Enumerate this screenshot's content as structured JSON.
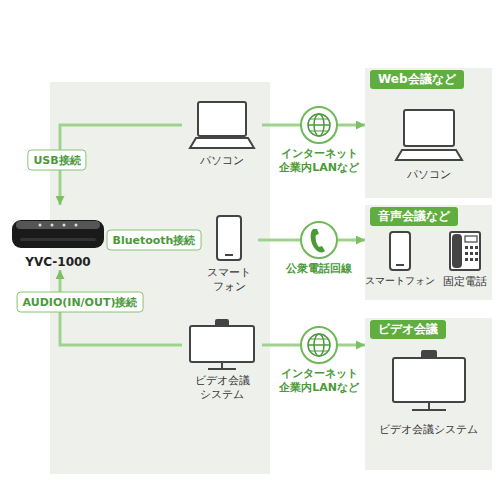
{
  "diagram": {
    "nodes": [
      {
        "text": [
          "YVC-1000"
        ]
      },
      {
        "text": [
          "パソコン"
        ]
      },
      {
        "text": [
          "スマート フォン"
        ]
      },
      {
        "text": [
          "ビデオ会議 システム"
        ]
      },
      {
        "text": [
          "インターネット 企業内LANなど"
        ]
      },
      {
        "text": [
          "公衆電話回線"
        ]
      },
      {
        "text": [
          "インターネット 企業内LANなど"
        ]
      },
      {
        "text": [
          "Web会議など"
        ]
      },
      {
        "text": [
          "パソコン"
        ],
        "in": 7
      },
      {
        "text": [
          "音声会議など"
        ]
      },
      {
        "text": [
          "スマートフォン"
        ],
        "in": 9
      },
      {
        "text": [
          "固定電話"
        ],
        "in": 9
      },
      {
        "text": [
          "ビデオ会議"
        ]
      },
      {
        "text": [
          "ビデオ会議システム"
        ],
        "in": 12
      }
    ],
    "edges": [
      {
        "from": 1,
        "to": 0,
        "label": "USB接続",
        "arrow": "to"
      },
      {
        "from": 2,
        "to": 0,
        "label": "Bluetooth接続",
        "arrow": "to"
      },
      {
        "from": 3,
        "to": 0,
        "label": "AUDIO(IN/OUT)接続",
        "arrow": "to"
      },
      {
        "from": 1,
        "to": 4,
        "arrow": "none"
      },
      {
        "from": 4,
        "to": 7,
        "arrow": "to"
      },
      {
        "from": 2,
        "to": 5,
        "arrow": "none"
      },
      {
        "from": 5,
        "to": 9,
        "arrow": "to"
      },
      {
        "from": 3,
        "to": 6,
        "arrow": "none"
      },
      {
        "from": 6,
        "to": 12,
        "arrow": "to"
      }
    ]
  }
}
